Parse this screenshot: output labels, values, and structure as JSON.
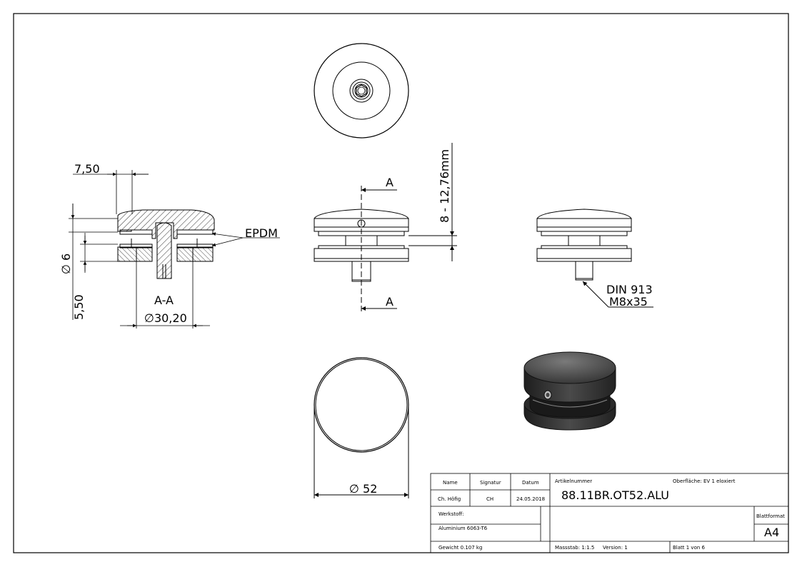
{
  "drawing": {
    "section_label": "A-A",
    "dimensions": {
      "top_width": "7,50",
      "left_dia": "∅ 6",
      "left_height": "5,50",
      "bottom_dia": "∅30,20",
      "clamp_range": "8 - 12,76mm",
      "outer_dia": "∅ 52"
    },
    "callouts": {
      "epdm": "EPDM",
      "section_marker": "A",
      "screw_line1": "DIN 913",
      "screw_line2": "M8x35"
    }
  },
  "title_block": {
    "headers": {
      "name": "Name",
      "signatur": "Signatur",
      "datum": "Datum"
    },
    "values": {
      "name": "Ch. Höfig",
      "signatur": "CH",
      "datum": "24.05.2018"
    },
    "artikel_label": "Artikelnummer",
    "artikel_value": "88.11BR.OT52.ALU",
    "oberflaeche": "Oberfläche:  EV 1 eloxiert",
    "werkstoff_label": "Werkstoff:",
    "werkstoff_value": "Aluminium 6063-T6",
    "blattformat_label": "Blattformat",
    "blattformat_value": "A4",
    "gewicht": "Gewicht 0.107 kg",
    "massstab": "Massstab: 1:1.5",
    "version": "Version:   1",
    "blatt": "Blatt 1 von 6"
  },
  "colors": {
    "line": "#000000",
    "metal_dark": "#3a3a3a",
    "metal_light": "#6a6a6a"
  }
}
